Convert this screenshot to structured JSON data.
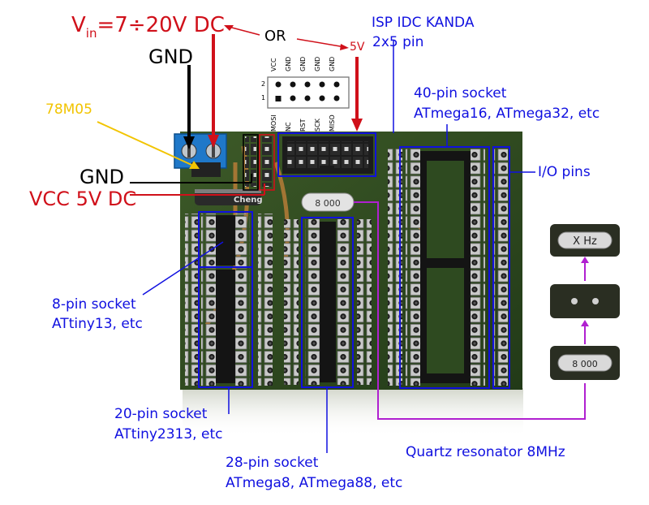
{
  "labels": {
    "vin": "V",
    "vin_sub": "in",
    "vin_rest": "=7÷20V DC",
    "gnd_top": "GND",
    "or": "OR",
    "five_v": "5V",
    "isp_line1": "ISP IDC KANDA",
    "isp_line2": "2x5 pin",
    "reg": "78M05",
    "gnd_side": "GND",
    "vcc": "VCC 5V DC",
    "s40_line1": "40-pin socket",
    "s40_line2": "ATmega16, ATmega32, etc",
    "io": "I/O pins",
    "s8_line1": "8-pin socket",
    "s8_line2": "ATtiny13, etc",
    "s20_line1": "20-pin socket",
    "s20_line2": "ATtiny2313, etc",
    "s28_line1": "28-pin socket",
    "s28_line2": "ATmega8, ATmega88, etc",
    "quartz": "Quartz resonator 8MHz",
    "xtal_board": "8 000",
    "xtal_alt": "8 000",
    "xtal_hz": "X Hz",
    "cap_text": "Cheng"
  },
  "isp_pins": {
    "top": [
      "VCC",
      "GND",
      "GND",
      "GND",
      "GND"
    ],
    "bottom": [
      "MOSI",
      "NC",
      "RST",
      "SCK",
      "MISO"
    ],
    "row2": "2",
    "row1": "1"
  },
  "colors": {
    "red": "#d0101a",
    "blue": "#1010e0",
    "black": "#000000",
    "yellow": "#f2c400",
    "magenta": "#b020d0",
    "board": "#2d4a1e"
  }
}
